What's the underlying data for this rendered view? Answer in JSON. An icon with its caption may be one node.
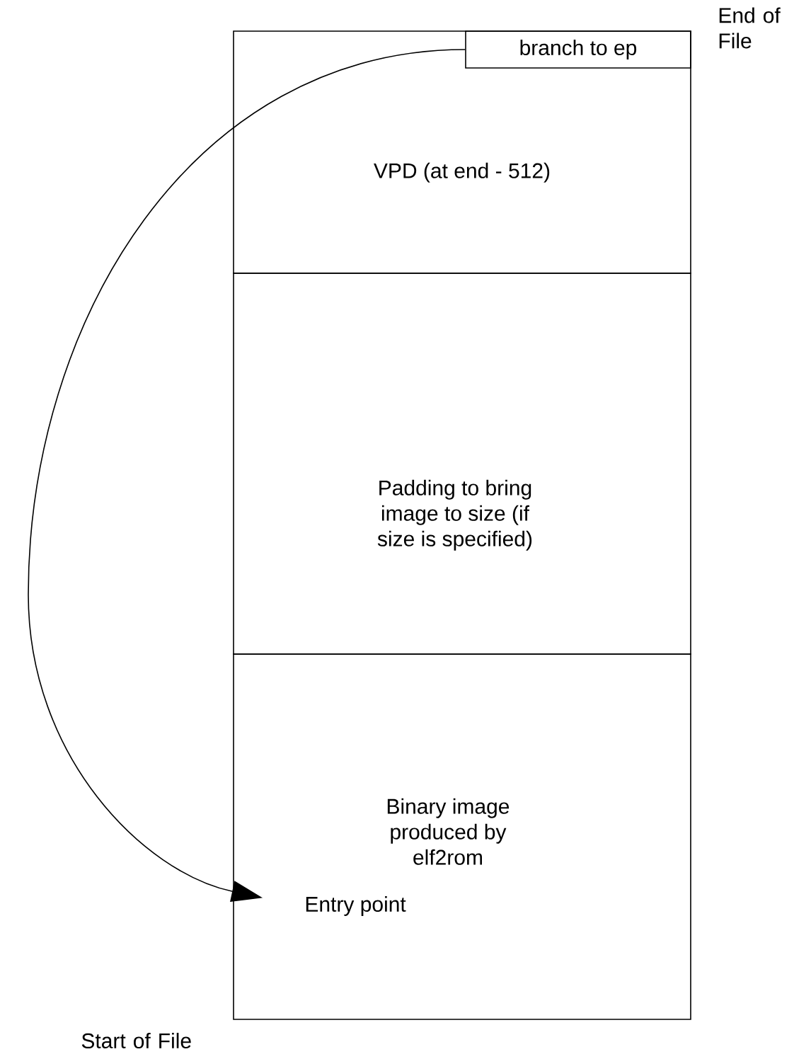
{
  "diagram": {
    "nodes": [
      {
        "text": [
          "VPD (at end - 512)"
        ]
      },
      {
        "text": [
          "branch to ep"
        ],
        "in": 0
      },
      {
        "text": [
          "Padding to bring image to size (if size is specified)"
        ]
      },
      {
        "text": [
          "Binary image produced by elf2rom"
        ]
      },
      {
        "text": [
          "Entry point"
        ],
        "in": 3
      }
    ],
    "edges": [
      {
        "from": 1,
        "to": 4,
        "arrow": "to"
      }
    ],
    "labels": [
      "End of File",
      "Start of File"
    ]
  }
}
